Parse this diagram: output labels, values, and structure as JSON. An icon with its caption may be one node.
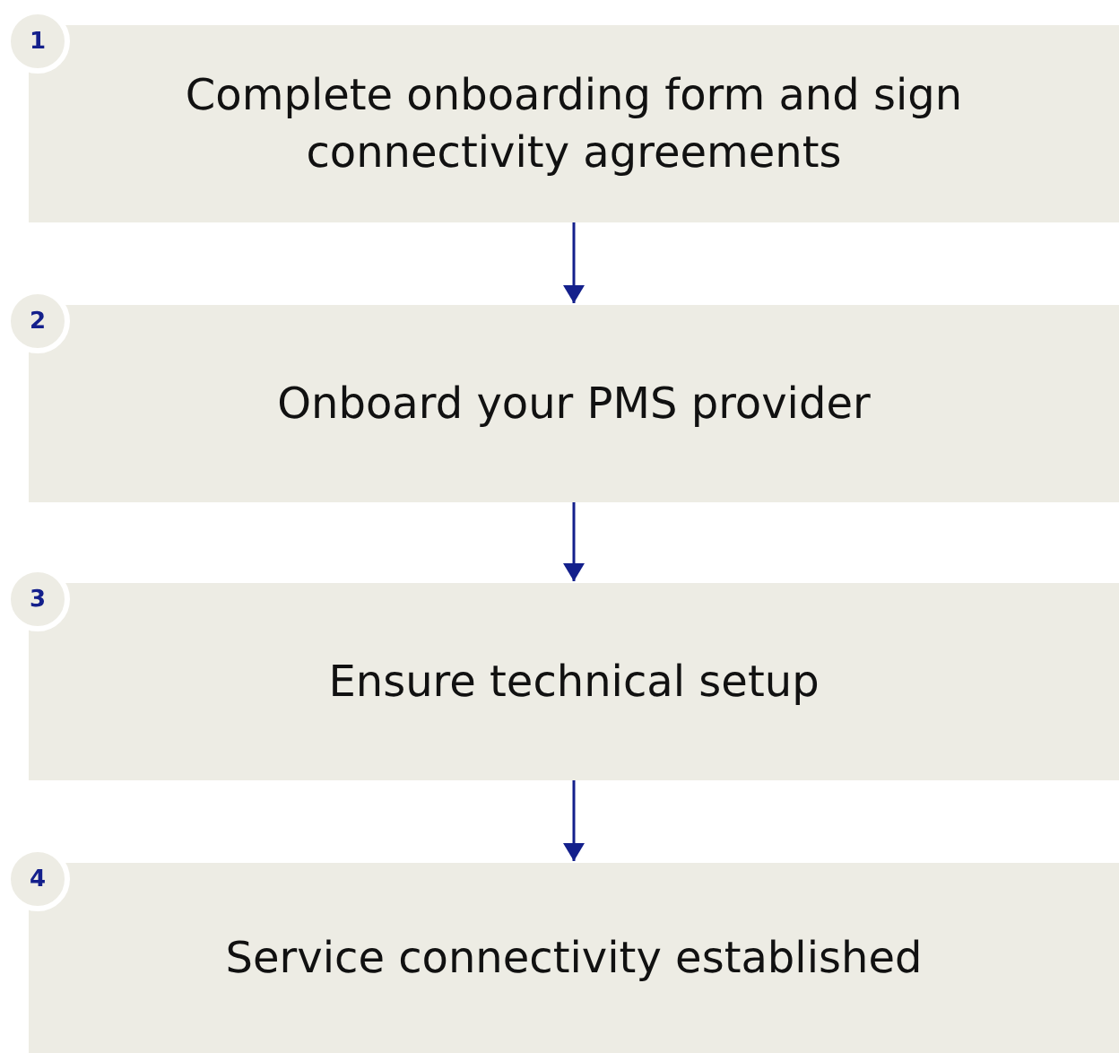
{
  "diagram": {
    "nodes": [
      {
        "text": [
          "1",
          "Complete onboarding form and sign connectivity agreements"
        ]
      },
      {
        "text": [
          "2",
          "Onboard your PMS provider"
        ]
      },
      {
        "text": [
          "3",
          "Ensure technical setup"
        ]
      },
      {
        "text": [
          "4",
          "Service connectivity established"
        ]
      }
    ],
    "edges": [
      {
        "from": 0,
        "to": 1,
        "arrow": "to"
      },
      {
        "from": 1,
        "to": 2,
        "arrow": "to"
      },
      {
        "from": 2,
        "to": 3,
        "arrow": "to"
      }
    ]
  }
}
